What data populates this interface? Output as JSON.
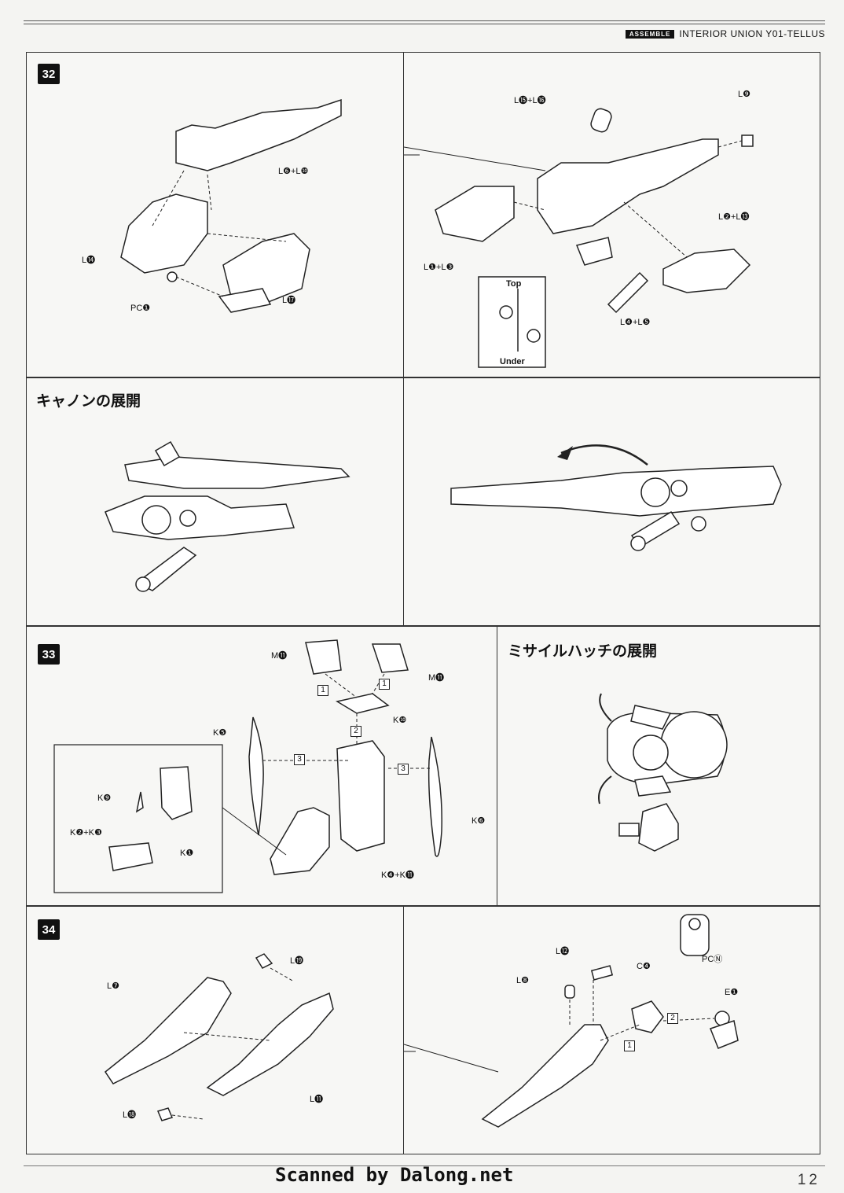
{
  "header": {
    "tag": "ASSEMBLE",
    "title": "INTERIOR UNION Y01-TELLUS"
  },
  "steps": {
    "s32": "32",
    "s33": "33",
    "s34": "34"
  },
  "sections": {
    "cannon_title": "キャノンの展開",
    "missile_title": "ミサイルハッチの展開"
  },
  "labels32a": {
    "l6l10": "L❻+L❿",
    "l14": "L⓮",
    "pc1": "PC❶",
    "l17": "L⓱"
  },
  "labels32b": {
    "l15l16": "L⓯+L⓰",
    "l9": "L❾",
    "l2l13": "L❷+L⓭",
    "l1l3": "L❶+L❸",
    "l4l5": "L❹+L❺",
    "top": "Top",
    "under": "Under"
  },
  "labels33": {
    "m11a": "M⓫",
    "m11b": "M⓫",
    "k10": "K❿",
    "k5": "K❺",
    "k6": "K❻",
    "k9": "K❾",
    "k2k3": "K❷+K❸",
    "k1": "K❶",
    "k4k11": "K❹+K⓫",
    "n1a": "1",
    "n1b": "1",
    "n2": "2",
    "n3a": "3",
    "n3b": "3"
  },
  "labels34a": {
    "l19": "L⓳",
    "l7": "L❼",
    "l18": "L⓲",
    "l11": "L⓫"
  },
  "labels34b": {
    "l12": "L⓬",
    "l8": "L❽",
    "c4": "C❹",
    "pcn": "PCⓃ",
    "e1": "E❶",
    "n1": "1",
    "n2": "2"
  },
  "footer": {
    "scan": "Scanned by Dalong.net",
    "page": "12"
  }
}
